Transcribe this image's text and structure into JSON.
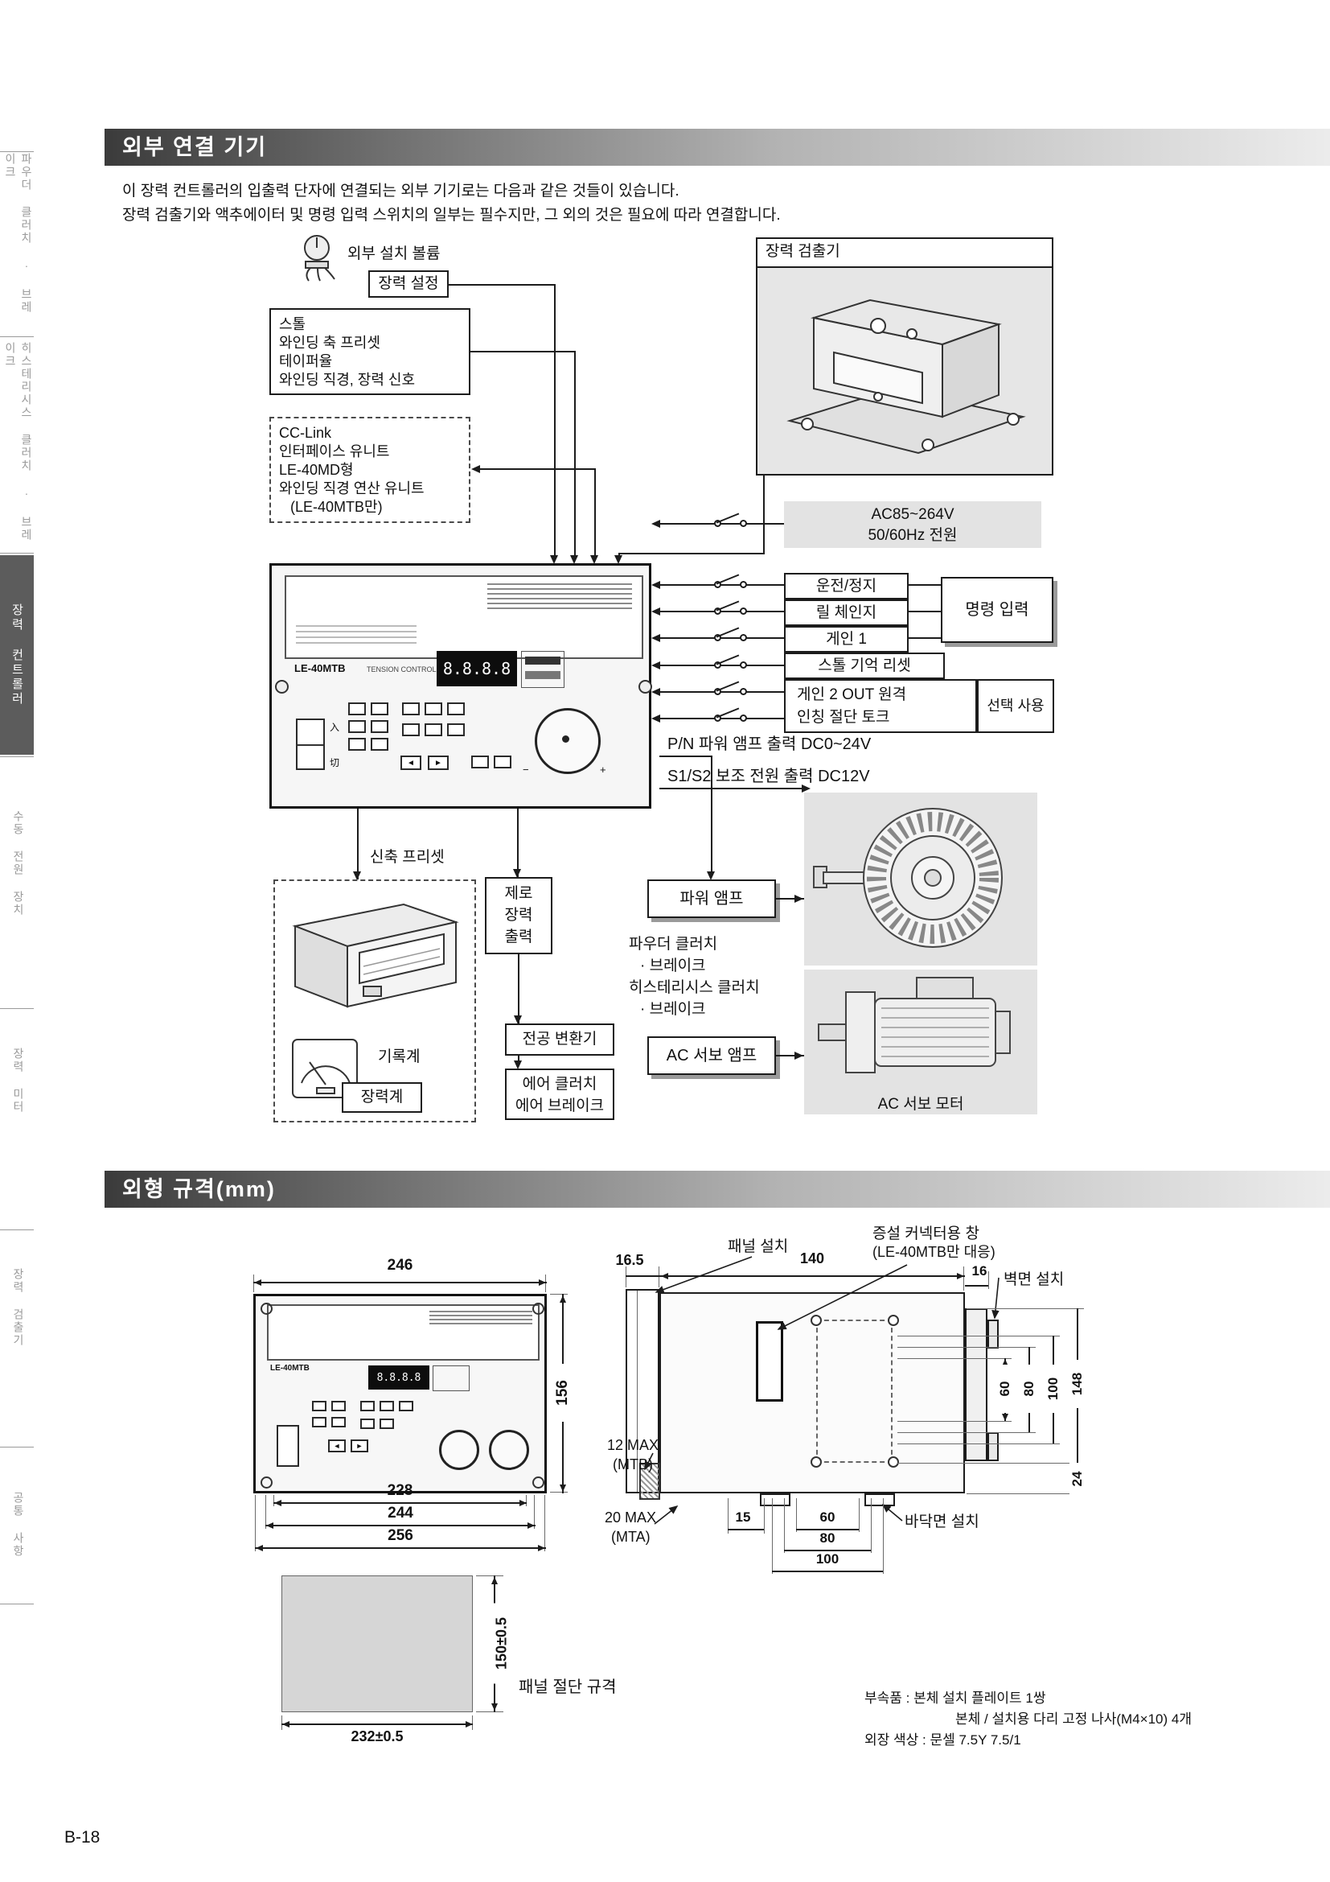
{
  "page": {
    "number": "B-18"
  },
  "sidebar": {
    "tabs": [
      {
        "label": "파우더 클러치 · 브레이크"
      },
      {
        "label": "히스테리시스 클러치 · 브레이크"
      },
      {
        "label": "장력 컨트롤러"
      },
      {
        "label": "수동 전원 장치"
      },
      {
        "label": "장력 미터"
      },
      {
        "label": "장력 검출기"
      },
      {
        "label": "공통 사항"
      }
    ]
  },
  "sec1": {
    "title": "외부 연결 기기",
    "intro": [
      "이 장력 컨트롤러의 입출력 단자에 연결되는 외부 기기로는 다음과 같은 것들이 있습니다.",
      "장력 검출기와 액추에이터 및 명령 입력 스위치의 일부는 필수지만, 그 외의 것은 필요에 따라 연결합니다."
    ],
    "volume_label": "외부 설치 볼륨",
    "tension_set": "장력 설정",
    "preset_box": [
      "스톨",
      "와인딩 축 프리셋",
      "테이퍼율",
      "와인딩 직경, 장력 신호"
    ],
    "cclink_box": [
      "CC-Link",
      "인터페이스 유니트",
      "LE-40MD형",
      "와인딩 직경 연산 유니트",
      "(LE-40MTB만)"
    ],
    "detector_label": "장력 검출기",
    "power_supply": [
      "AC85~264V",
      "50/60Hz 전원"
    ],
    "commands": [
      "운전/정지",
      "릴 체인지",
      "게인 1"
    ],
    "command_group": "명령 입력",
    "stall_reset": "스톨 기억 리셋",
    "optional_cmds": [
      "게인 2 OUT 원격",
      "인칭 절단 토크"
    ],
    "optional_group": "선택 사용",
    "pn_output": "P/N 파워 앰프 출력  DC0~24V",
    "aux_output": "S1/S2 보조 전원 출력  DC12V",
    "stretch_preset": "신축 프리셋",
    "zero_tension": [
      "제로",
      "장력",
      "출력"
    ],
    "power_amp": "파워 앰프",
    "actuators": [
      "파우더 클러치",
      "· 브레이크",
      "히스테리시스 클러치",
      "· 브레이크"
    ],
    "recorder": "기록계",
    "meter": "장력계",
    "converter": "전공 변환기",
    "servo_amp": "AC 서보 앰프",
    "air": [
      "에어 클러치",
      "에어 브레이크"
    ],
    "servo_motor": "AC 서보 모터",
    "panel": {
      "model": "LE-40MTB",
      "type": "TENSION CONTROLLER",
      "display": "8.8.8.8",
      "on": "入",
      "off": "切"
    }
  },
  "sec2": {
    "title": "외형 규격(mm)",
    "front": {
      "w": "246",
      "h": "156",
      "d1": "228",
      "d2": "244",
      "d3": "256"
    },
    "side": {
      "a": "16.5",
      "b": "140",
      "c": "16"
    },
    "labels": {
      "panel_mount": "패널 설치",
      "ext1": "증설 커넥터용 창",
      "ext2": "(LE-40MTB만 대응)",
      "wall": "벽면 설치",
      "m1a": "12 MAX",
      "m1b": "(MTB)",
      "m2a": "20 MAX",
      "m2b": "(MTA)",
      "floor": "바닥면 설치",
      "cut": "패널 절단 규격"
    },
    "rear": {
      "v60": "60",
      "v80": "80",
      "v100": "100",
      "v148": "148",
      "v24": "24",
      "b15": "15",
      "b60": "60",
      "b80": "80",
      "b100": "100"
    },
    "cutout": {
      "h": "150±0.5",
      "w": "232±0.5"
    },
    "acc": [
      "부속품      : 본체 설치 플레이트 1쌍",
      "본체 / 설치용 다리 고정 나사(M4×10) 4개",
      "외장 색상 : 문셀 7.5Y 7.5/1"
    ]
  }
}
